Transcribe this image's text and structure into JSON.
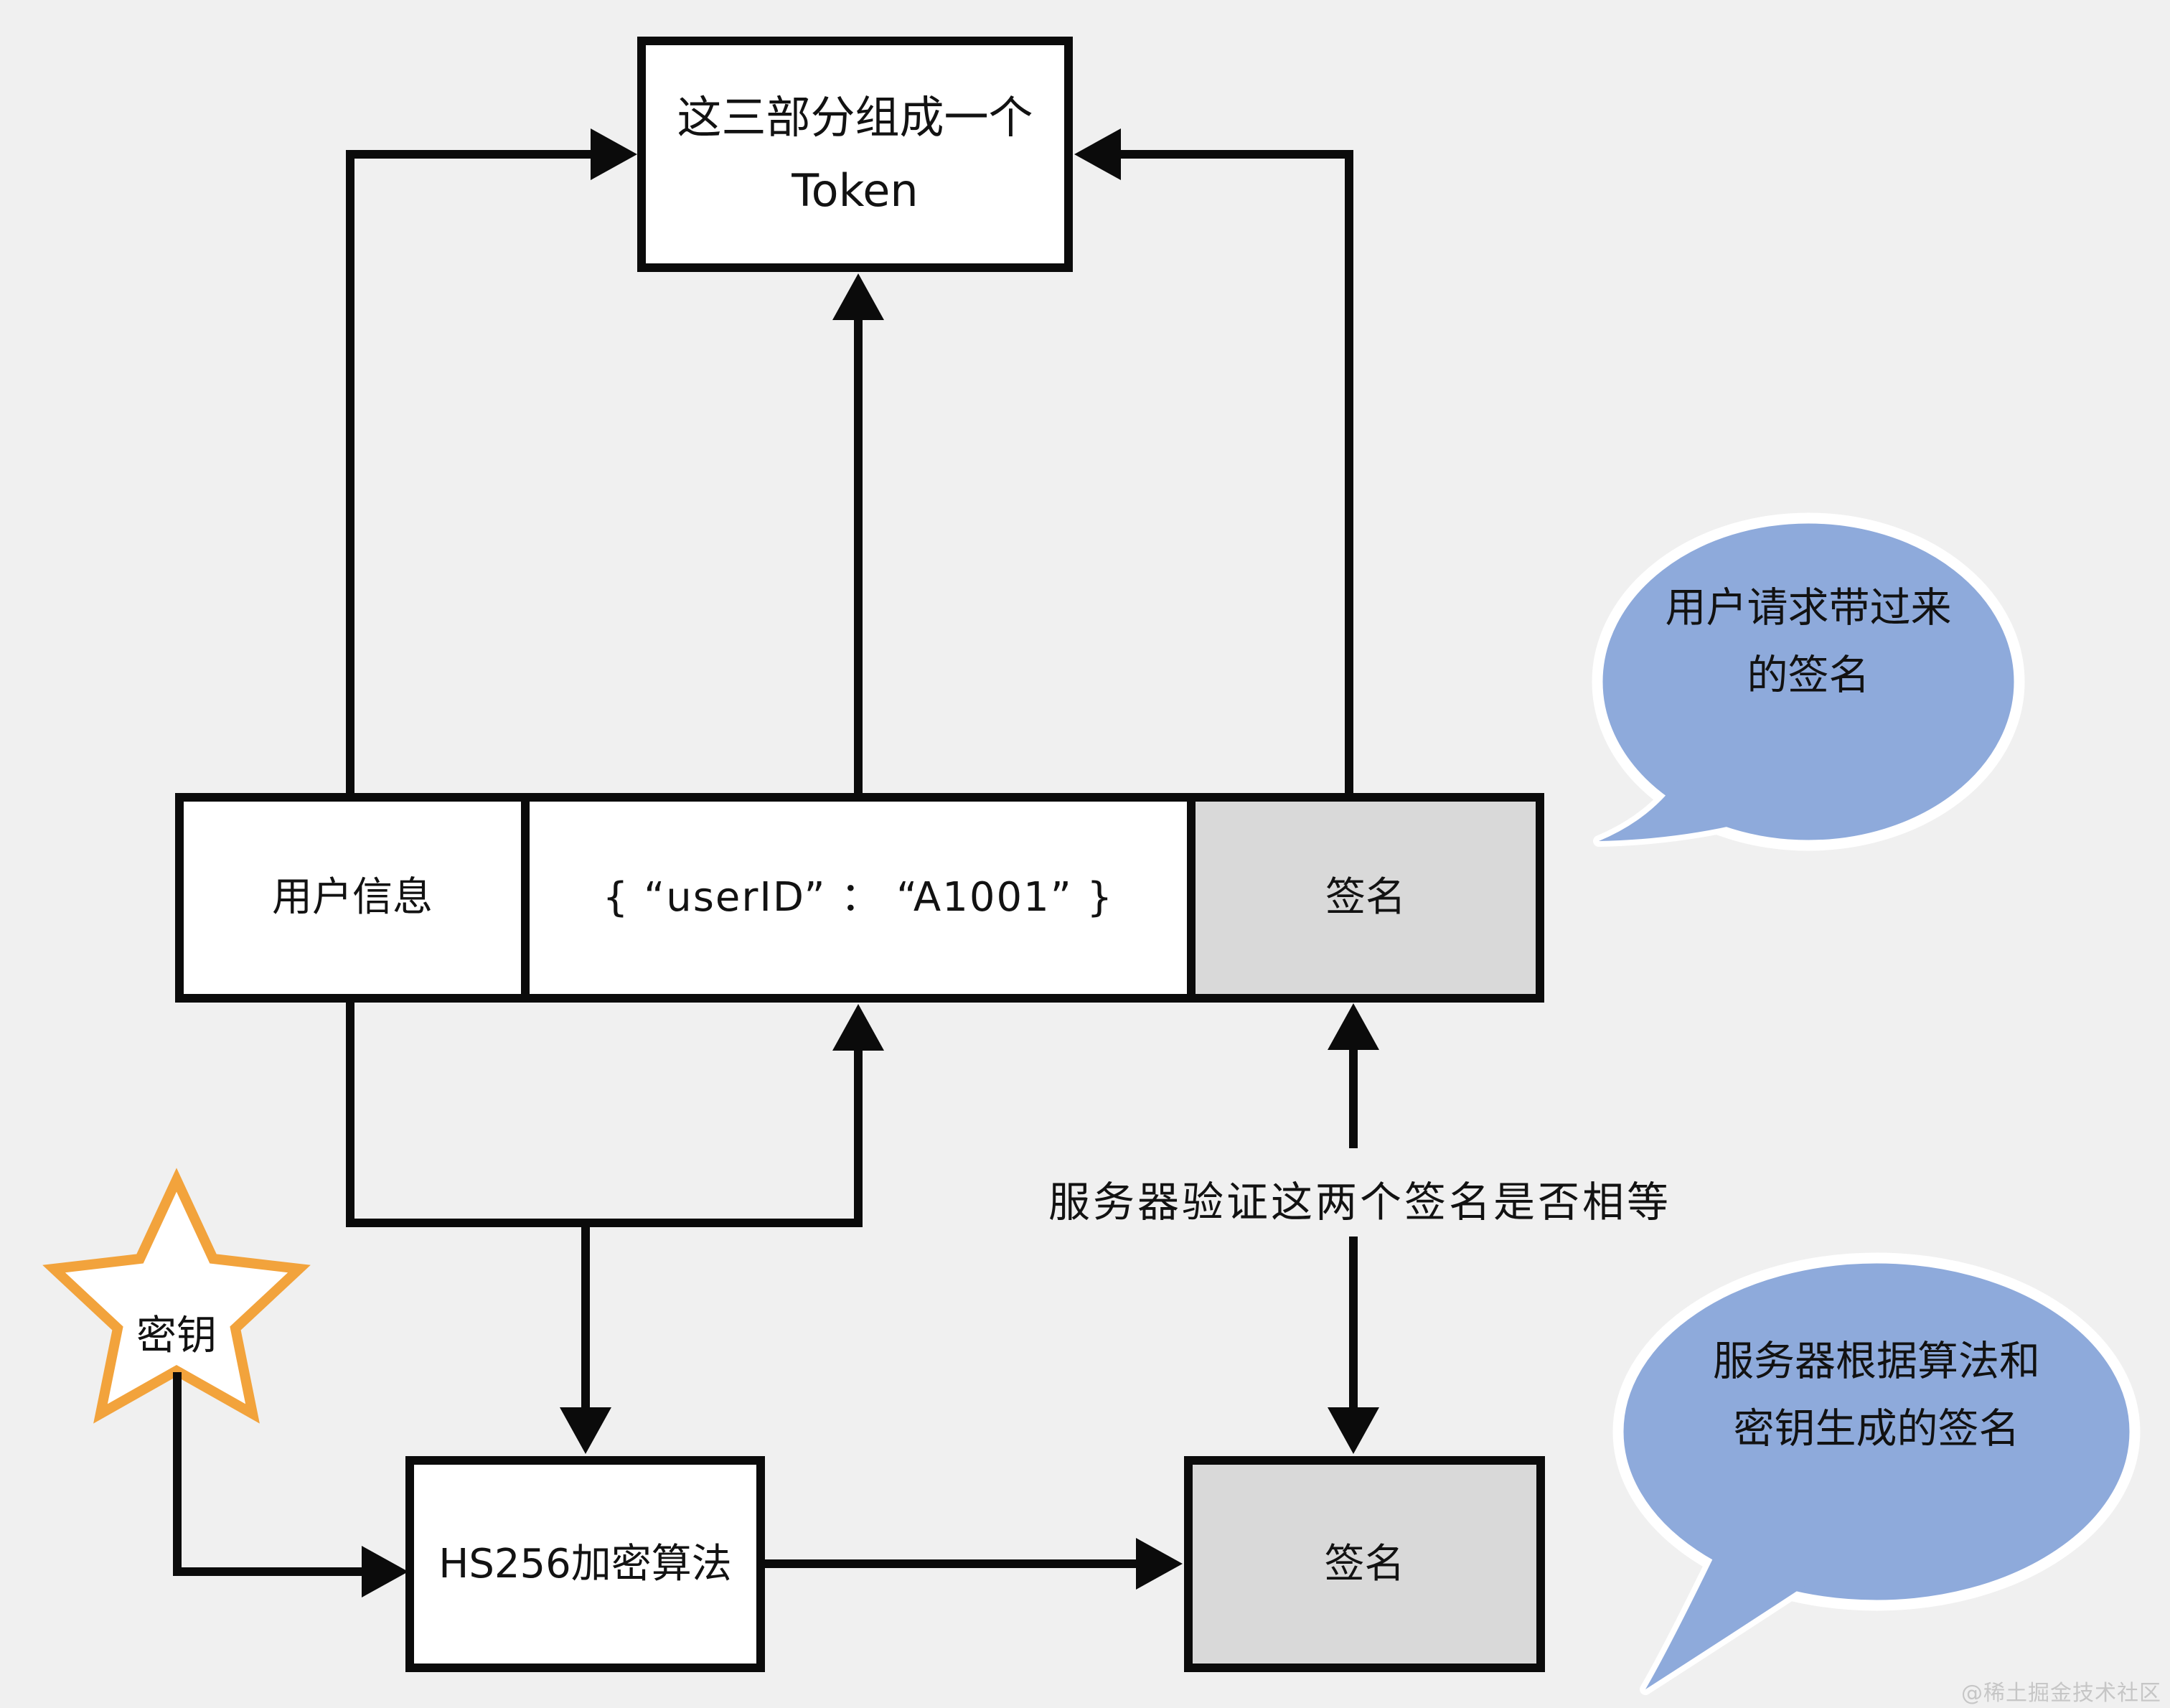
{
  "diagram": {
    "token_box": {
      "line1": "这三部分组成一个",
      "line2": "Token"
    },
    "token_row": {
      "user_info": "用户信息",
      "payload": "{ “userID” ： “A1001” }",
      "signature": "签名"
    },
    "hs256_box": "HS256加密算法",
    "server_signature_box": "签名",
    "star_label": "密钥",
    "verify_text": "服务器验证这两个签名是否相等",
    "bubbles": {
      "user_signature": {
        "line1": "用户请求带过来",
        "line2": "的签名"
      },
      "server_signature": {
        "line1": "服务器根据算法和",
        "line2": "密钥生成的签名"
      }
    },
    "watermark": "@稀土掘金技术社区"
  },
  "colors": {
    "background": "#F0F0F0",
    "line": "#0b0b0b",
    "box_fill_white": "#FFFFFF",
    "signature_fill_gray": "#D9D9D9",
    "bubble_fill_blue": "#8EAADB",
    "bubble_outline": "#FFFFFF",
    "star_outline_orange": "#F2A33C",
    "watermark_gray": "#C6C6C6"
  }
}
